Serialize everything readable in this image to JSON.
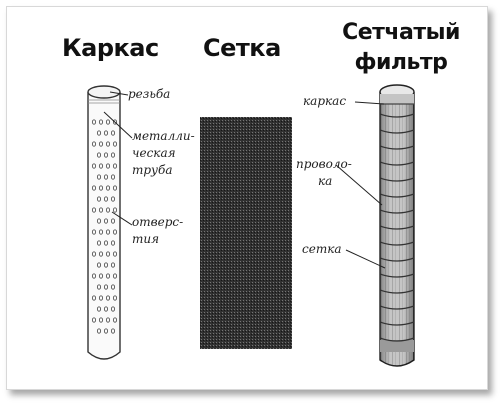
{
  "headings": {
    "frame": "Каркас",
    "mesh": "Сетка",
    "filter_line1": "Сетчатый",
    "filter_line2": "фильтр"
  },
  "frame_labels": {
    "thread": "резьба",
    "pipe_line1": "металли-",
    "pipe_line2": "ческая",
    "pipe_line3": "труба",
    "holes_line1": "отверс-",
    "holes_line2": "тия"
  },
  "filter_labels": {
    "frame": "каркас",
    "wire_line1": "проволо-",
    "wire_line2": "ка",
    "mesh": "сетка"
  }
}
